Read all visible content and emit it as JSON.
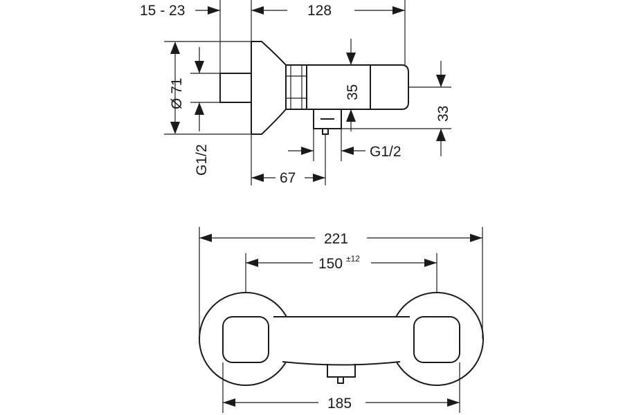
{
  "side_view": {
    "wall_distance": "15 - 23",
    "body_length": "128",
    "rosette_diameter": "Ø 71",
    "inlet_thread": "G1/2",
    "body_height": "35",
    "outlet_offset": "33",
    "outlet_thread": "G1/2",
    "outlet_distance": "67"
  },
  "front_view": {
    "overall_width": "221",
    "center_distance": "150",
    "center_tolerance": "±12",
    "rosette_span": "185"
  }
}
